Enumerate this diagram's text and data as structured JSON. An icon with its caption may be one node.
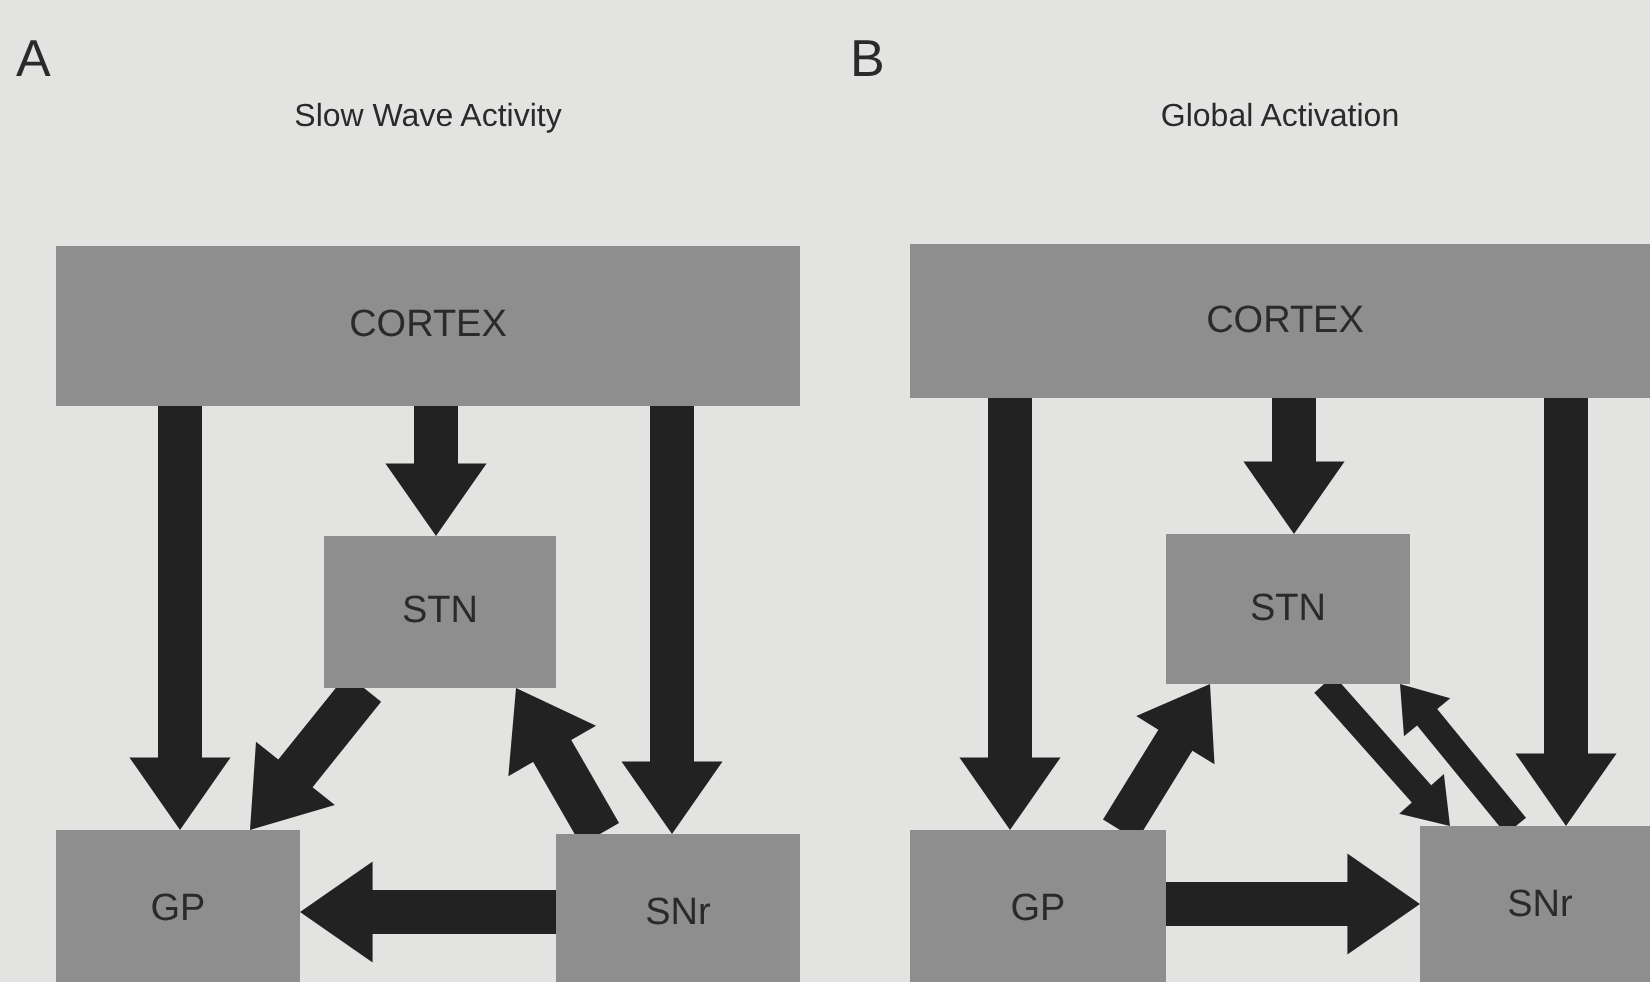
{
  "diagram": {
    "nodes": [
      {
        "text": [
          "CORTEX"
        ]
      },
      {
        "text": [
          "STN"
        ]
      },
      {
        "text": [
          "GP"
        ]
      },
      {
        "text": [
          "SNr"
        ]
      },
      {
        "text": [
          "CORTEX"
        ]
      },
      {
        "text": [
          "STN"
        ]
      },
      {
        "text": [
          "GP"
        ]
      },
      {
        "text": [
          "SNr"
        ]
      }
    ],
    "edges": [
      {
        "from": 0,
        "to": 2,
        "arrow": "to",
        "style": "thick"
      },
      {
        "from": 0,
        "to": 1,
        "arrow": "to",
        "style": "thick"
      },
      {
        "from": 0,
        "to": 3,
        "arrow": "to",
        "style": "thick"
      },
      {
        "from": 1,
        "to": 2,
        "arrow": "to",
        "style": "thick"
      },
      {
        "from": 3,
        "to": 1,
        "arrow": "to",
        "style": "thick"
      },
      {
        "from": 3,
        "to": 2,
        "arrow": "to",
        "style": "thick"
      },
      {
        "from": 4,
        "to": 6,
        "arrow": "to",
        "style": "thick"
      },
      {
        "from": 4,
        "to": 5,
        "arrow": "to",
        "style": "thick"
      },
      {
        "from": 4,
        "to": 7,
        "arrow": "to",
        "style": "thick"
      },
      {
        "from": 6,
        "to": 5,
        "arrow": "to",
        "style": "thick"
      },
      {
        "from": 5,
        "to": 7,
        "arrow": "to",
        "style": "thick"
      },
      {
        "from": 7,
        "to": 5,
        "arrow": "to",
        "style": "thick"
      },
      {
        "from": 6,
        "to": 7,
        "arrow": "to",
        "style": "thick"
      }
    ],
    "labels": [
      "A",
      "B",
      "Slow Wave Activity",
      "Global Activation"
    ]
  }
}
